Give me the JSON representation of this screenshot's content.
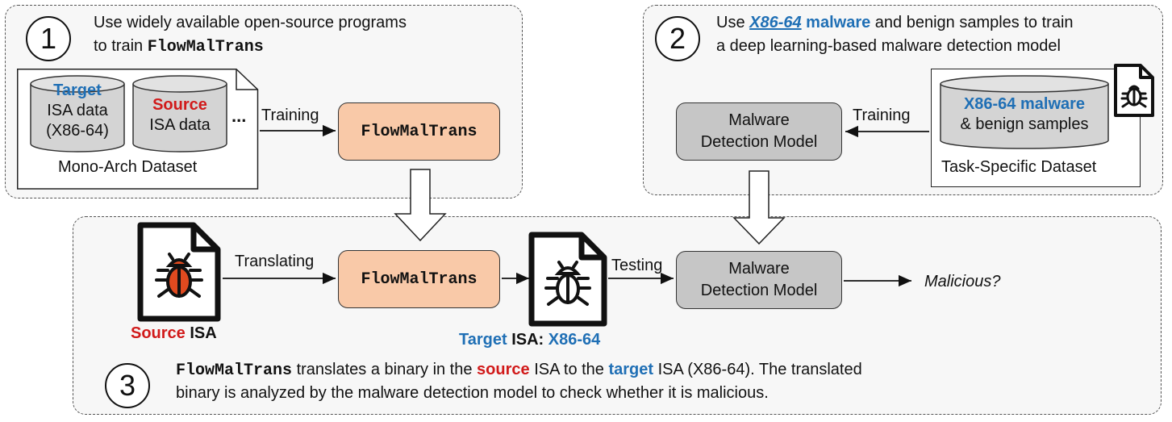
{
  "colors": {
    "blue": "#1f6fb5",
    "red": "#d11a1a",
    "orange_box": "#f9c9a8",
    "gray_box": "#c6c6c6",
    "panel_bg": "#f7f7f7"
  },
  "panel1": {
    "number": "1",
    "line1": "Use widely available open-source programs",
    "line2_prefix": "to train ",
    "line2_mono": "FlowMalTrans",
    "cyl_target": {
      "highlight": "Target",
      "line2": "ISA data",
      "line3": "(X86-64)"
    },
    "cyl_source": {
      "highlight": "Source",
      "line2": "ISA data"
    },
    "ellipsis": "...",
    "dataset_label": "Mono-Arch Dataset",
    "arrow_label": "Training",
    "model_box": "FlowMalTrans"
  },
  "panel2": {
    "number": "2",
    "line1_prefix": "Use ",
    "line1_link": "X86-64",
    "line1_bold": " malware",
    "line1_suffix": " and benign samples to train",
    "line2": "a deep learning-based malware detection model",
    "cyl": {
      "highlight": "X86-64 malware",
      "line2": "& benign samples"
    },
    "dataset_label": "Task-Specific Dataset",
    "arrow_label": "Training",
    "model_line1": "Malware",
    "model_line2": "Detection Model",
    "icon": "bug-file-icon"
  },
  "panel3": {
    "number": "3",
    "source_icon": "bug-file-icon",
    "source_label_red": "Source",
    "source_label_rest": " ISA",
    "translating_label": "Translating",
    "model_box": "FlowMalTrans",
    "target_icon": "bug-file-icon",
    "target_label_1": "Target",
    "target_label_2": " ISA: ",
    "target_label_3": "X86-64",
    "testing_label": "Testing",
    "detect_line1": "Malware",
    "detect_line2": "Detection Model",
    "output_label": "Malicious?",
    "desc_mono": "FlowMalTrans",
    "desc_1": " translates a binary in the ",
    "desc_source": "source",
    "desc_2": " ISA to the ",
    "desc_target": "target",
    "desc_3": " ISA (X86-64). The translated",
    "desc_line2": "binary is analyzed by the malware detection model to check whether it is malicious."
  }
}
